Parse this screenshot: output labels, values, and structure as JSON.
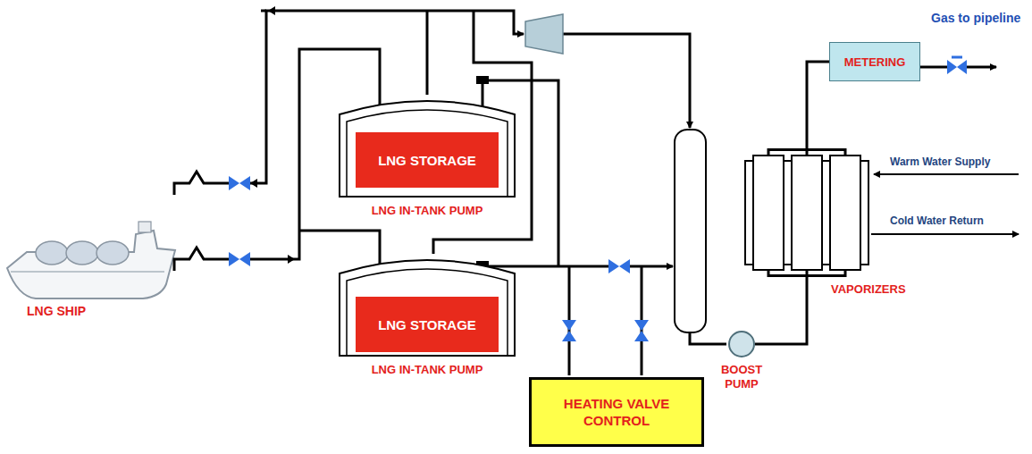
{
  "diagram": {
    "nodes": [
      {
        "text": [
          "LNG IN-TANK PUMP"
        ]
      },
      {
        "text": [
          "LNG STORAGE"
        ],
        "in": 0
      },
      {
        "text": [
          "LNG IN-TANK PUMP"
        ]
      },
      {
        "text": [
          "LNG STORAGE"
        ],
        "in": 2
      },
      {
        "text": [
          "HEATING VALVE CONTROL"
        ]
      },
      {
        "text": [
          "METERING"
        ]
      },
      {
        "text": [
          "VAPORIZERS"
        ]
      },
      {
        "text": [
          "BOOST PUMP"
        ]
      }
    ],
    "edges": [
      {
        "from": 7,
        "to": 6,
        "arrow": "none"
      },
      {
        "from": 6,
        "to": 5,
        "arrow": "none"
      }
    ],
    "labels": [
      "LNG SHIP",
      "Gas to pipeline",
      "Warm Water Supply",
      "Cold Water Return"
    ]
  }
}
